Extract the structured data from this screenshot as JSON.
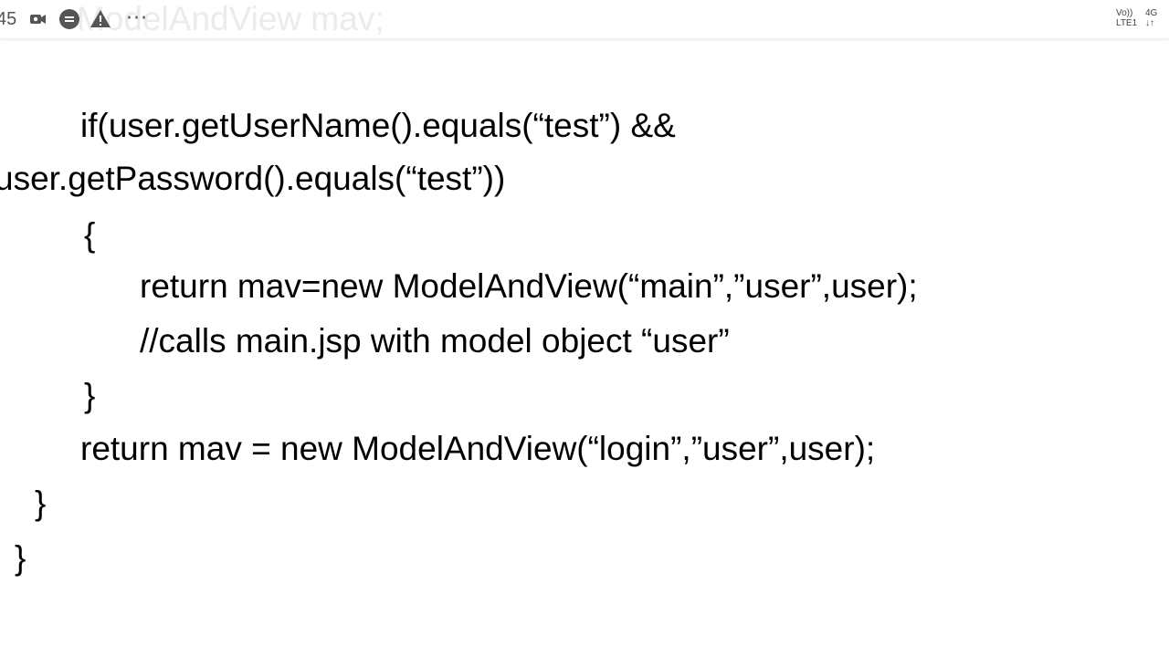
{
  "status_bar": {
    "time": "45",
    "ghost_title": "ModelAndView mav;",
    "icons": [
      "video-call-icon",
      "message-icon",
      "warning-icon",
      "more-icon"
    ],
    "more_glyph": "···",
    "network": {
      "volte_label": "Vo))",
      "lte_label": "LTE1",
      "gen_label": "4G",
      "arrows_label": "↓↑"
    }
  },
  "code": {
    "lines": [
      "if(user.getUserName().equals(“test”) &&",
      "user.getPassword().equals(“test”))",
      "{",
      "return mav=new ModelAndView(“main”,”user”,user);",
      "//calls main.jsp with model object “user”",
      "}",
      "return mav = new ModelAndView(“login”,”user”,user);",
      "}",
      "}"
    ]
  },
  "colors": {
    "background": "#ffffff",
    "text": "#000000",
    "status_icon": "#555555",
    "ghost_text": "#ebebeb"
  }
}
